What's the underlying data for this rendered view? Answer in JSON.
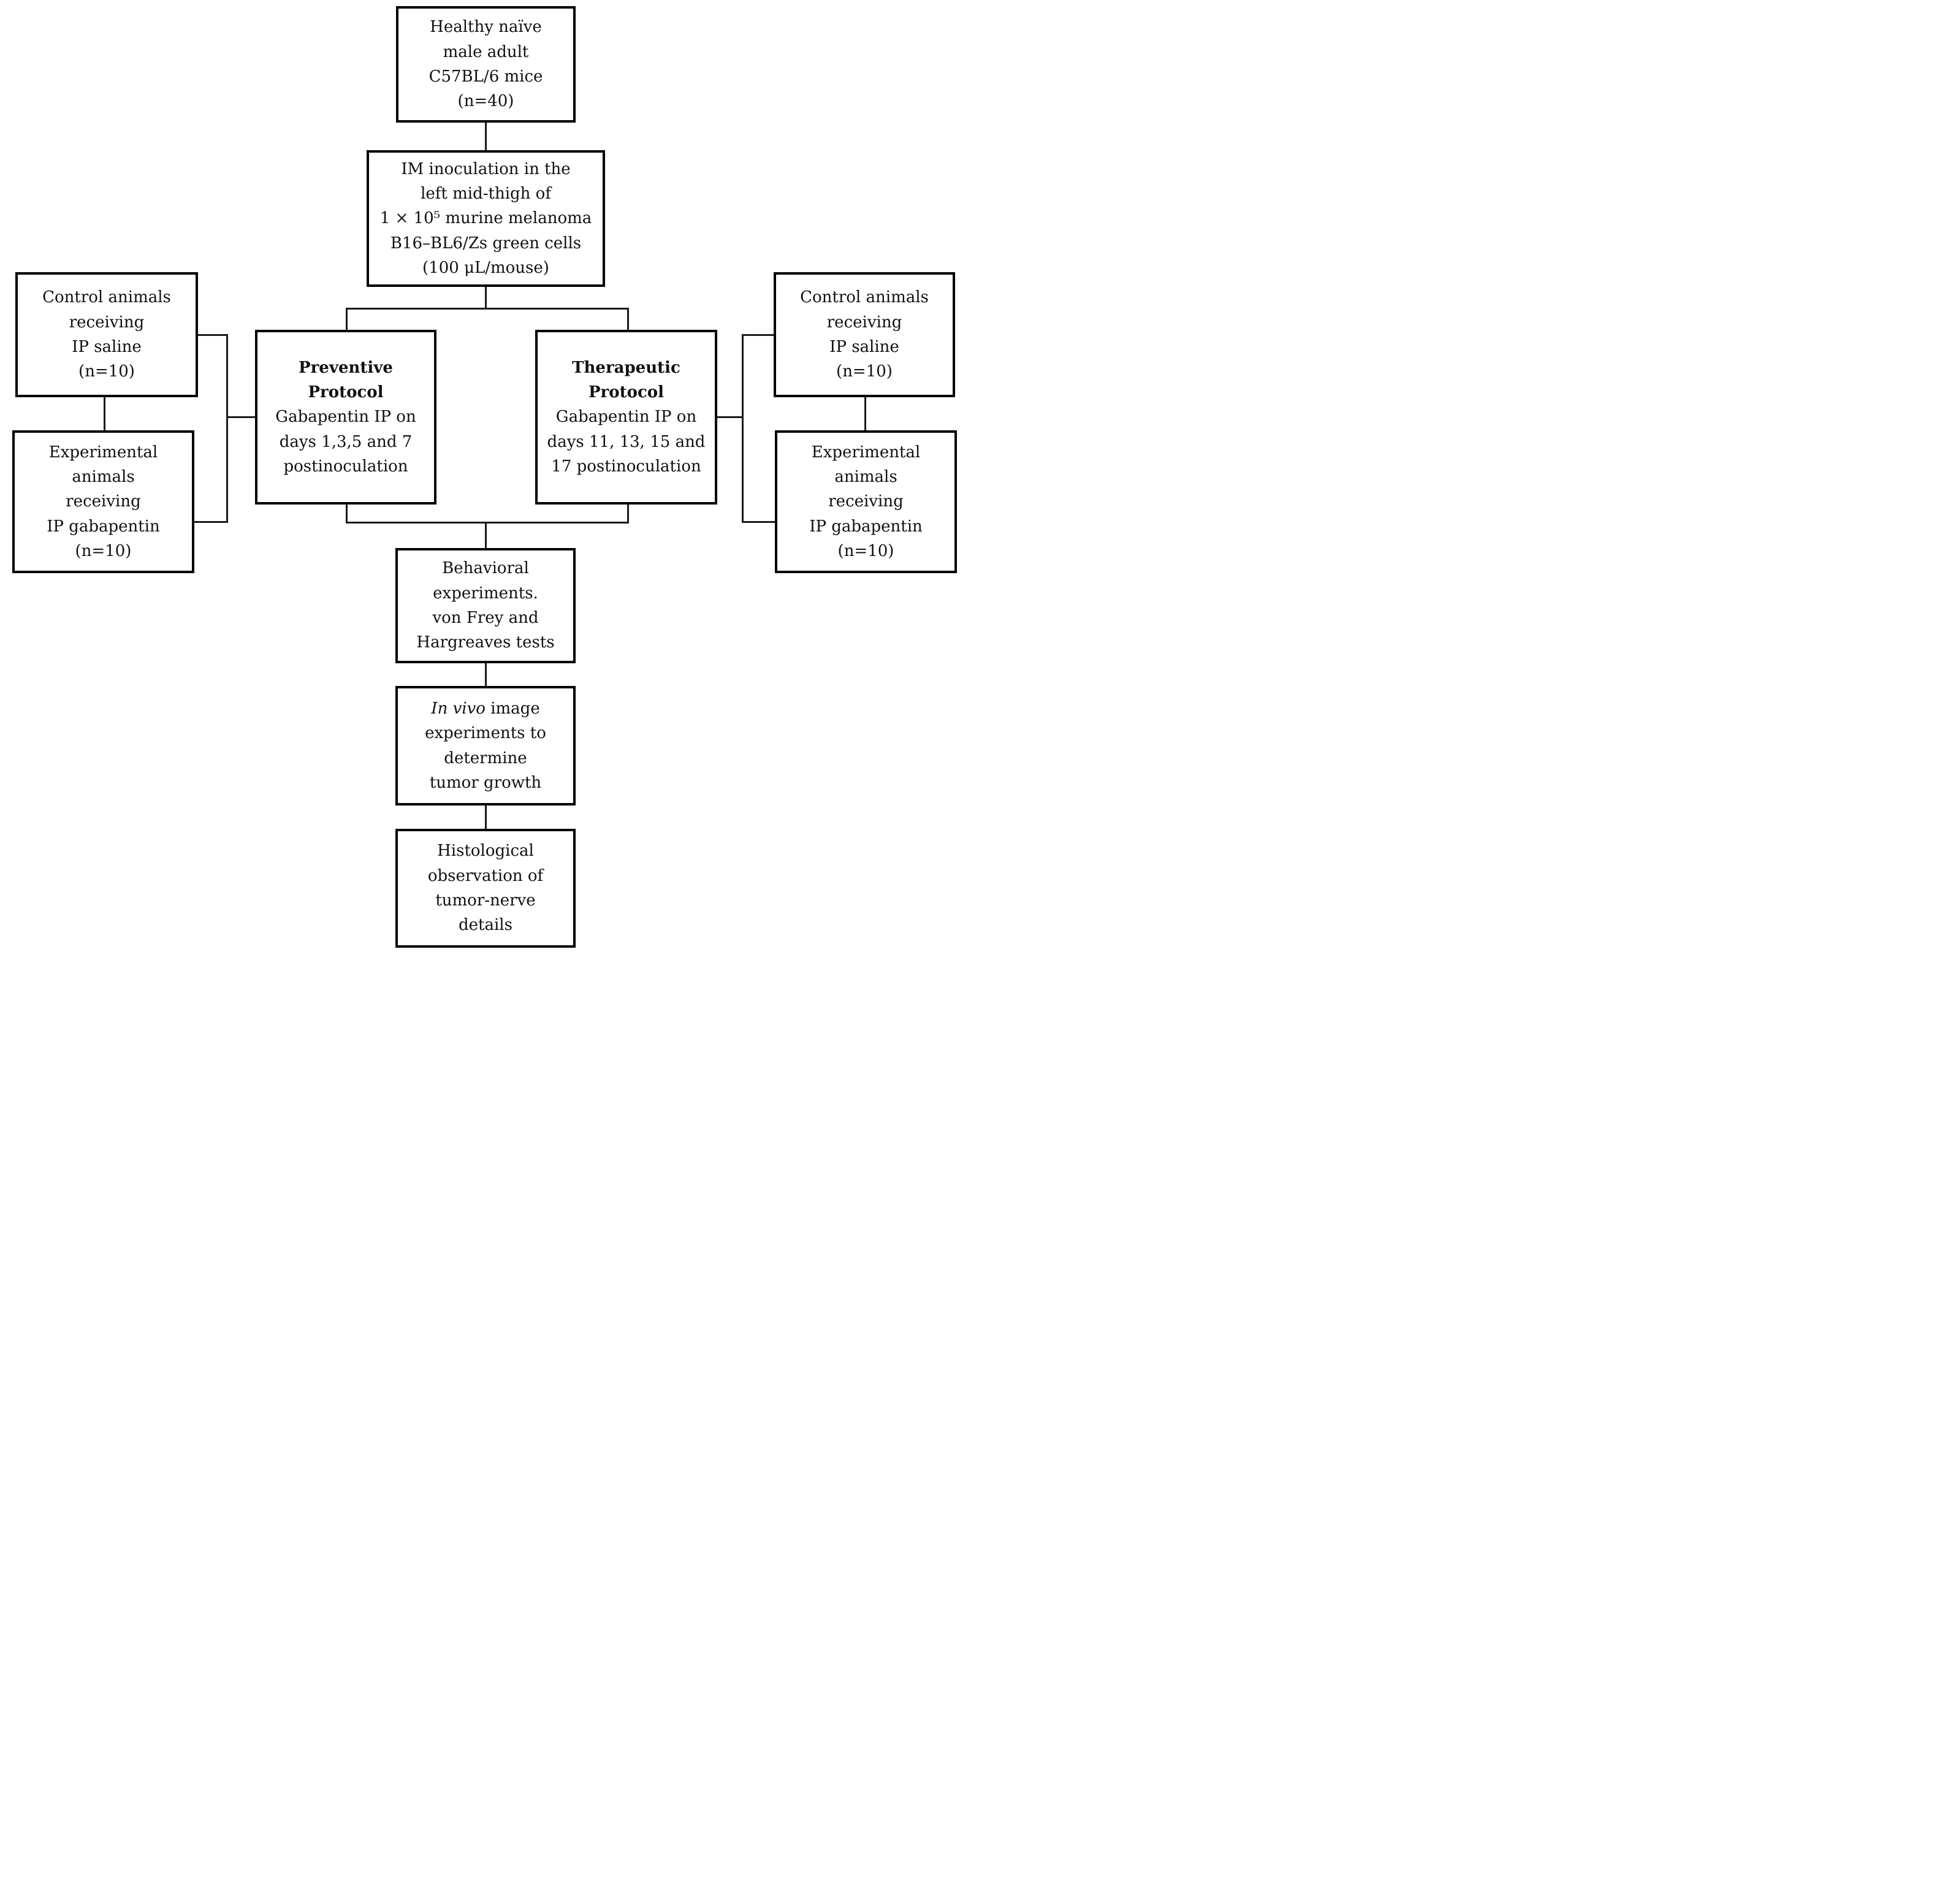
{
  "diagram": {
    "background_color": "#ffffff",
    "line_color": "#1a1a1a",
    "boxes": {
      "healthy": {
        "lines": [
          "Healthy naïve",
          "male adult",
          "C57BL/6 mice",
          "(n=40)"
        ]
      },
      "inoculation": {
        "lines": [
          "IM inoculation in the",
          "left mid-thigh of",
          "1 × 10⁵ murine melanoma",
          "B16–BL6/Zs green cells",
          "(100 μL/mouse)"
        ]
      },
      "control_left": {
        "lines": [
          "Control animals",
          "receiving",
          "IP saline",
          "(n=10)"
        ]
      },
      "experimental_left": {
        "lines": [
          "Experimental",
          "animals",
          "receiving",
          "IP gabapentin",
          "(n=10)"
        ]
      },
      "preventive": {
        "title_lines": [
          "Preventive",
          "Protocol"
        ],
        "body_lines": [
          "Gabapentin IP on",
          "days 1,3,5 and 7",
          "postinoculation"
        ]
      },
      "therapeutic": {
        "title_lines": [
          "Therapeutic",
          "Protocol"
        ],
        "body_lines": [
          "Gabapentin IP on",
          "days 11, 13, 15 and",
          "17 postinoculation"
        ]
      },
      "control_right": {
        "lines": [
          "Control animals",
          "receiving",
          "IP saline",
          "(n=10)"
        ]
      },
      "experimental_right": {
        "lines": [
          "Experimental",
          "animals",
          "receiving",
          "IP gabapentin",
          "(n=10)"
        ]
      },
      "behavioral": {
        "lines": [
          "Behavioral",
          "experiments.",
          "von Frey and",
          "Hargreaves tests"
        ]
      },
      "invivo": {
        "line1_italic": "In vivo",
        "line1_rest": " image",
        "lines": [
          "experiments to",
          "determine",
          "tumor growth"
        ]
      },
      "histological": {
        "lines": [
          "Histological",
          "observation of",
          "tumor-nerve",
          "details"
        ]
      }
    }
  }
}
